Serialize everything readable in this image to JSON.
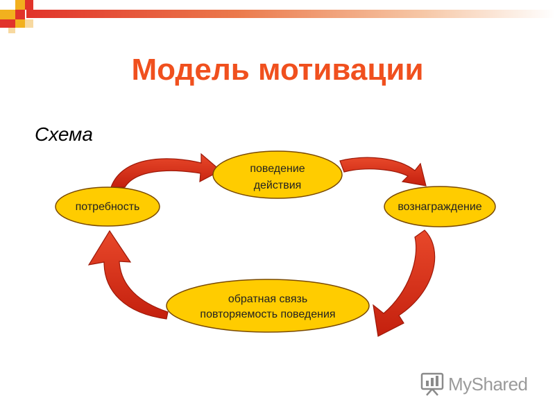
{
  "slide": {
    "title": "Модель мотивации",
    "subtitle": "Схема"
  },
  "diagram": {
    "nodes": [
      {
        "id": "need",
        "label": "потребность"
      },
      {
        "id": "behavior",
        "label": "поведение",
        "label2": "действия"
      },
      {
        "id": "reward",
        "label": "вознаграждение"
      },
      {
        "id": "feedback",
        "label": "обратная связь",
        "label2": "повторяемость поведения"
      }
    ],
    "edges": [
      {
        "from": "need",
        "to": "behavior"
      },
      {
        "from": "behavior",
        "to": "reward"
      },
      {
        "from": "reward",
        "to": "feedback"
      },
      {
        "from": "feedback",
        "to": "need"
      }
    ]
  },
  "colors": {
    "title": "#f0501e",
    "node_fill": "#ffcc00",
    "node_stroke": "#7a4a00",
    "arrow_fill": "#d42a14",
    "arrow_stroke": "#9c1808",
    "accent_square": "#e1332a",
    "gold_square": "#f2b01e"
  },
  "watermark": {
    "icon": "myshared-logo-icon",
    "text": "MyShared"
  }
}
